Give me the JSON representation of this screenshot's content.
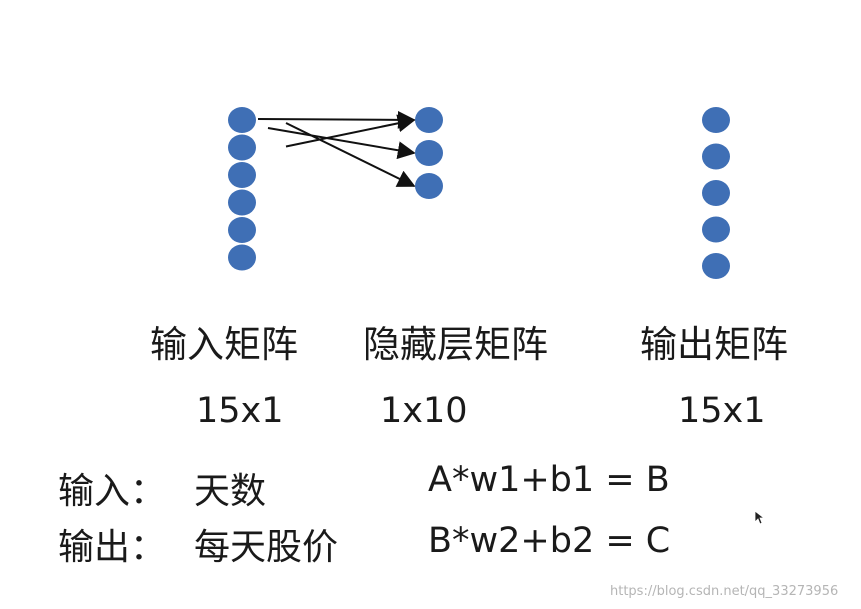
{
  "layers": [
    {
      "label": "输入矩阵",
      "shape": "15x1",
      "nodes": 6
    },
    {
      "label": "隐藏层矩阵",
      "shape": "1x10",
      "nodes": 3
    },
    {
      "label": "输出矩阵",
      "shape": "15x1",
      "nodes": 5
    }
  ],
  "connections": [
    {
      "from_layer": 0,
      "from_node": 0,
      "to_layer": 1,
      "to_node": 0
    },
    {
      "from_layer": 0,
      "from_node": 0,
      "to_layer": 1,
      "to_node": 1
    },
    {
      "from_layer": 0,
      "from_node": 0,
      "to_layer": 1,
      "to_node": 2
    },
    {
      "from_layer": 0,
      "from_node": 1,
      "to_layer": 1,
      "to_node": 0
    }
  ],
  "notes": [
    {
      "key": "输入：",
      "value": "天数"
    },
    {
      "key": "输出：",
      "value": "每天股价"
    }
  ],
  "equations": [
    "A*w1+b1 = B",
    "B*w2+b2 = C"
  ],
  "watermark": "https://blog.csdn.net/qq_33273956",
  "colors": {
    "node": "#3f6fb5",
    "text": "#1a1a1a",
    "watermark": "#b5b5b5"
  }
}
